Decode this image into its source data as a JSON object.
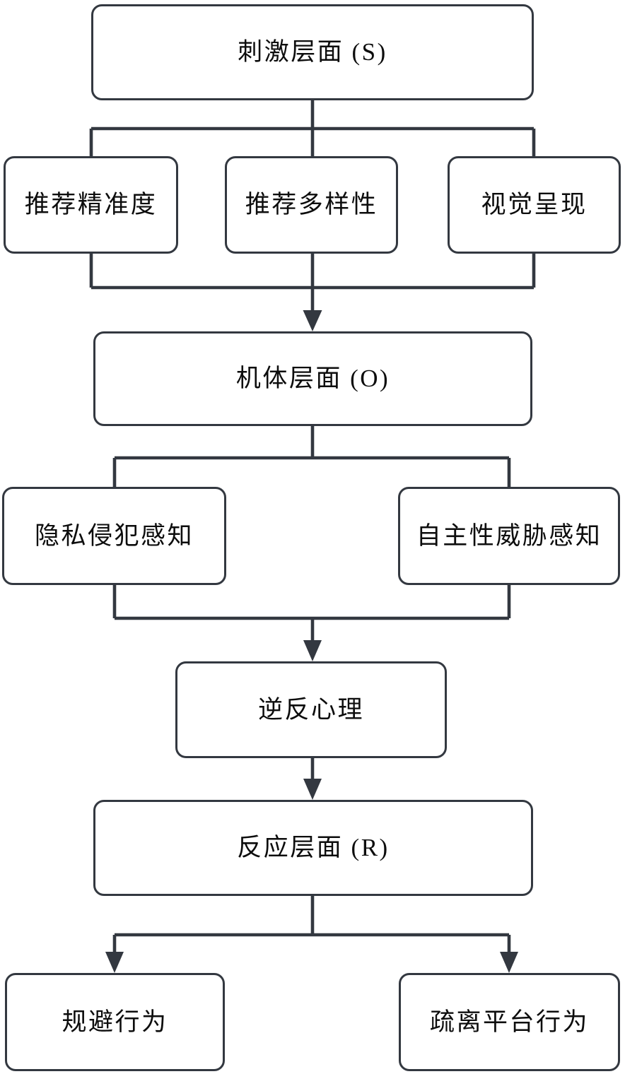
{
  "diagram": {
    "type": "flowchart",
    "description": "S-O-R model flowchart",
    "nodes": {
      "stimulus": {
        "label": "刺激层面 (S)"
      },
      "accuracy": {
        "label": "推荐精准度"
      },
      "diversity": {
        "label": "推荐多样性"
      },
      "visual": {
        "label": "视觉呈现"
      },
      "organism": {
        "label": "机体层面 (O)"
      },
      "privacy": {
        "label": "隐私侵犯感知"
      },
      "autonomy": {
        "label": "自主性威胁感知"
      },
      "reactance": {
        "label": "逆反心理"
      },
      "response": {
        "label": "反应层面 (R)"
      },
      "avoidance": {
        "label": "规避行为"
      },
      "alienation": {
        "label": "疏离平台行为"
      }
    },
    "edges": [
      {
        "from": "stimulus",
        "to": "accuracy",
        "arrow": false
      },
      {
        "from": "stimulus",
        "to": "diversity",
        "arrow": false
      },
      {
        "from": "stimulus",
        "to": "visual",
        "arrow": false
      },
      {
        "from": "accuracy",
        "to": "organism",
        "arrow": true
      },
      {
        "from": "diversity",
        "to": "organism",
        "arrow": true
      },
      {
        "from": "visual",
        "to": "organism",
        "arrow": true
      },
      {
        "from": "organism",
        "to": "privacy",
        "arrow": false
      },
      {
        "from": "organism",
        "to": "autonomy",
        "arrow": false
      },
      {
        "from": "privacy",
        "to": "reactance",
        "arrow": true
      },
      {
        "from": "autonomy",
        "to": "reactance",
        "arrow": true
      },
      {
        "from": "reactance",
        "to": "response",
        "arrow": true
      },
      {
        "from": "response",
        "to": "avoidance",
        "arrow": true
      },
      {
        "from": "response",
        "to": "alienation",
        "arrow": true
      }
    ]
  },
  "colors": {
    "line": "#333840",
    "border": "#333840",
    "fill": "#ffffff",
    "text": "#0d0d0d",
    "background": "#ffffff"
  }
}
